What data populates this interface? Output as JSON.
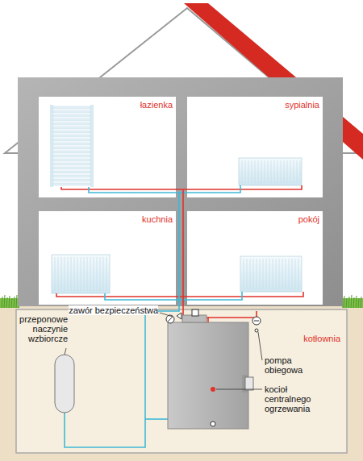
{
  "diagram": {
    "nodes": [
      {
        "text": [
          "łazienka"
        ]
      },
      {
        "text": [
          "sypialnia"
        ]
      },
      {
        "text": [
          "kuchnia"
        ]
      },
      {
        "text": [
          "pokój"
        ]
      },
      {
        "text": [
          "kotłownia"
        ]
      }
    ],
    "labels": [
      "zawór bezpieczeństwa",
      "przeponowe naczynie wzbiorcze",
      "pompa obiegowa",
      "kocioł centralnego ogrzewania"
    ]
  }
}
